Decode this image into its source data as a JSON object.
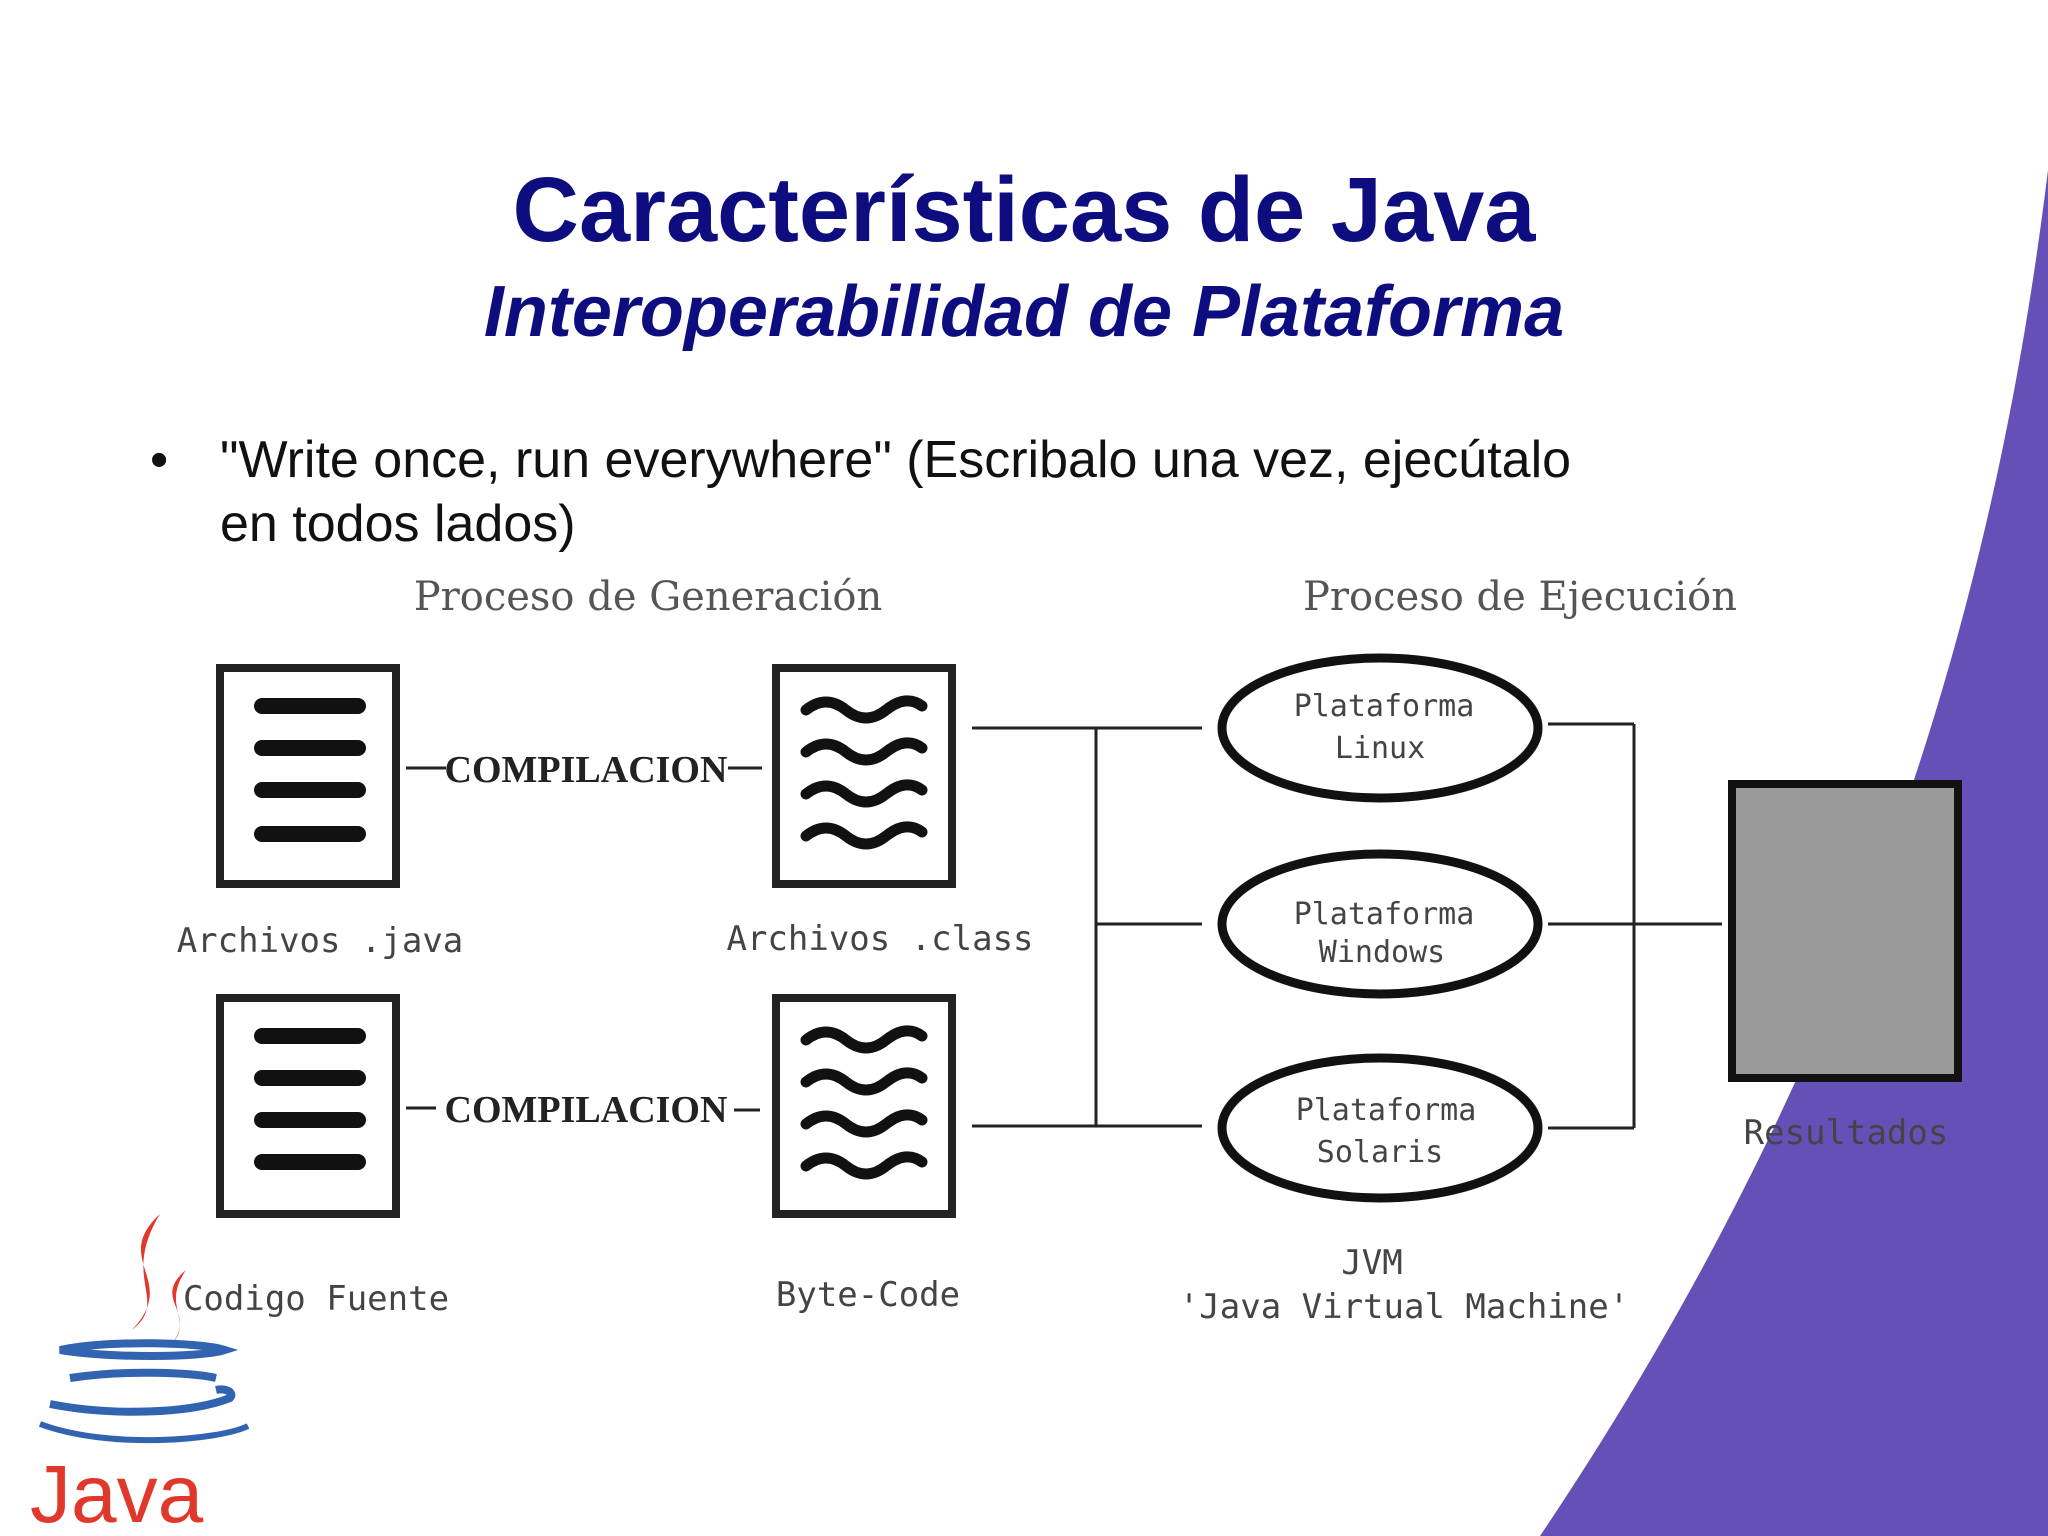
{
  "slide": {
    "title": "Características de Java",
    "subtitle": "Interoperabilidad de Plataforma",
    "bullet_marker": "•",
    "bullet": "\"Write once, run everywhere\" (Escribalo una vez, ejecútalo en todos lados)"
  },
  "diagram": {
    "heading_generation": "Proceso de Generación",
    "heading_execution": "Proceso de Ejecución",
    "compile_label": "COMPILACION",
    "java_files_label": "Archivos .java",
    "class_files_label": "Archivos .class",
    "source_label": "Codigo Fuente",
    "bytecode_label": "Byte-Code",
    "platforms": [
      {
        "line1": "Plataforma",
        "line2": "Linux"
      },
      {
        "line1": "Plataforma",
        "line2": "Windows"
      },
      {
        "line1": "Plataforma",
        "line2": "Solaris"
      }
    ],
    "jvm_label": "JVM",
    "jvm_full": "'Java Virtual Machine'",
    "results_label": "Resultados"
  },
  "logo": {
    "text": "Java",
    "icon": "java-cup-icon"
  },
  "colors": {
    "title": "#0d0d80",
    "accent_purple": "#6550b8",
    "results_screen": "#9a9a9a",
    "logo_red": "#e0382b",
    "logo_blue": "#3263b0"
  }
}
